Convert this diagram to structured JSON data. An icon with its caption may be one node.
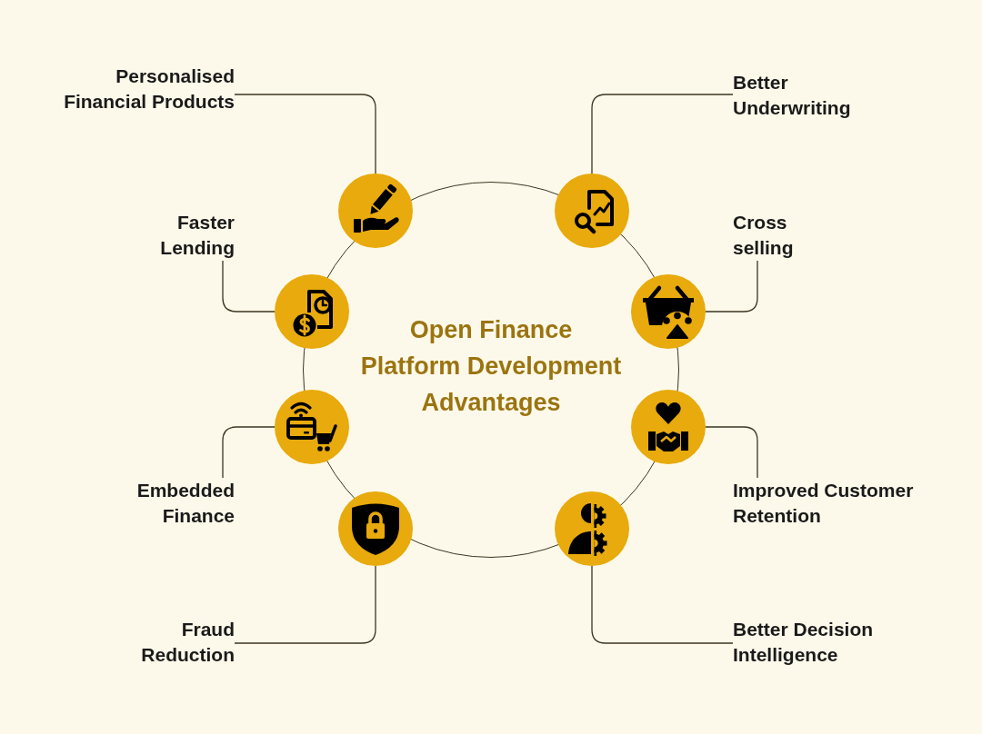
{
  "diagram": {
    "nodes": [
      {
        "text": [
          "Open Finance Platform Development Advantages"
        ]
      },
      {
        "text": [
          "Personalised Financial Products"
        ]
      },
      {
        "text": [],
        "shape": "circle"
      },
      {
        "text": [
          "Better Underwriting"
        ]
      },
      {
        "text": [],
        "shape": "circle"
      },
      {
        "text": [
          "Faster Lending"
        ]
      },
      {
        "text": [],
        "shape": "circle"
      },
      {
        "text": [
          "Cross selling"
        ]
      },
      {
        "text": [],
        "shape": "circle"
      },
      {
        "text": [
          "Embedded Finance"
        ]
      },
      {
        "text": [],
        "shape": "circle"
      },
      {
        "text": [
          "Improved Customer Retention"
        ]
      },
      {
        "text": [],
        "shape": "circle"
      },
      {
        "text": [
          "Fraud Reduction"
        ]
      },
      {
        "text": [],
        "shape": "circle"
      },
      {
        "text": [
          "Better Decision Intelligence"
        ]
      },
      {
        "text": [],
        "shape": "circle"
      }
    ],
    "edges": [
      {
        "from": 1,
        "to": 2,
        "arrow": "none"
      },
      {
        "from": 3,
        "to": 4,
        "arrow": "none"
      },
      {
        "from": 5,
        "to": 6,
        "arrow": "none"
      },
      {
        "from": 7,
        "to": 8,
        "arrow": "none"
      },
      {
        "from": 9,
        "to": 10,
        "arrow": "none"
      },
      {
        "from": 11,
        "to": 12,
        "arrow": "none"
      },
      {
        "from": 13,
        "to": 14,
        "arrow": "none"
      },
      {
        "from": 15,
        "to": 16,
        "arrow": "none"
      }
    ]
  }
}
